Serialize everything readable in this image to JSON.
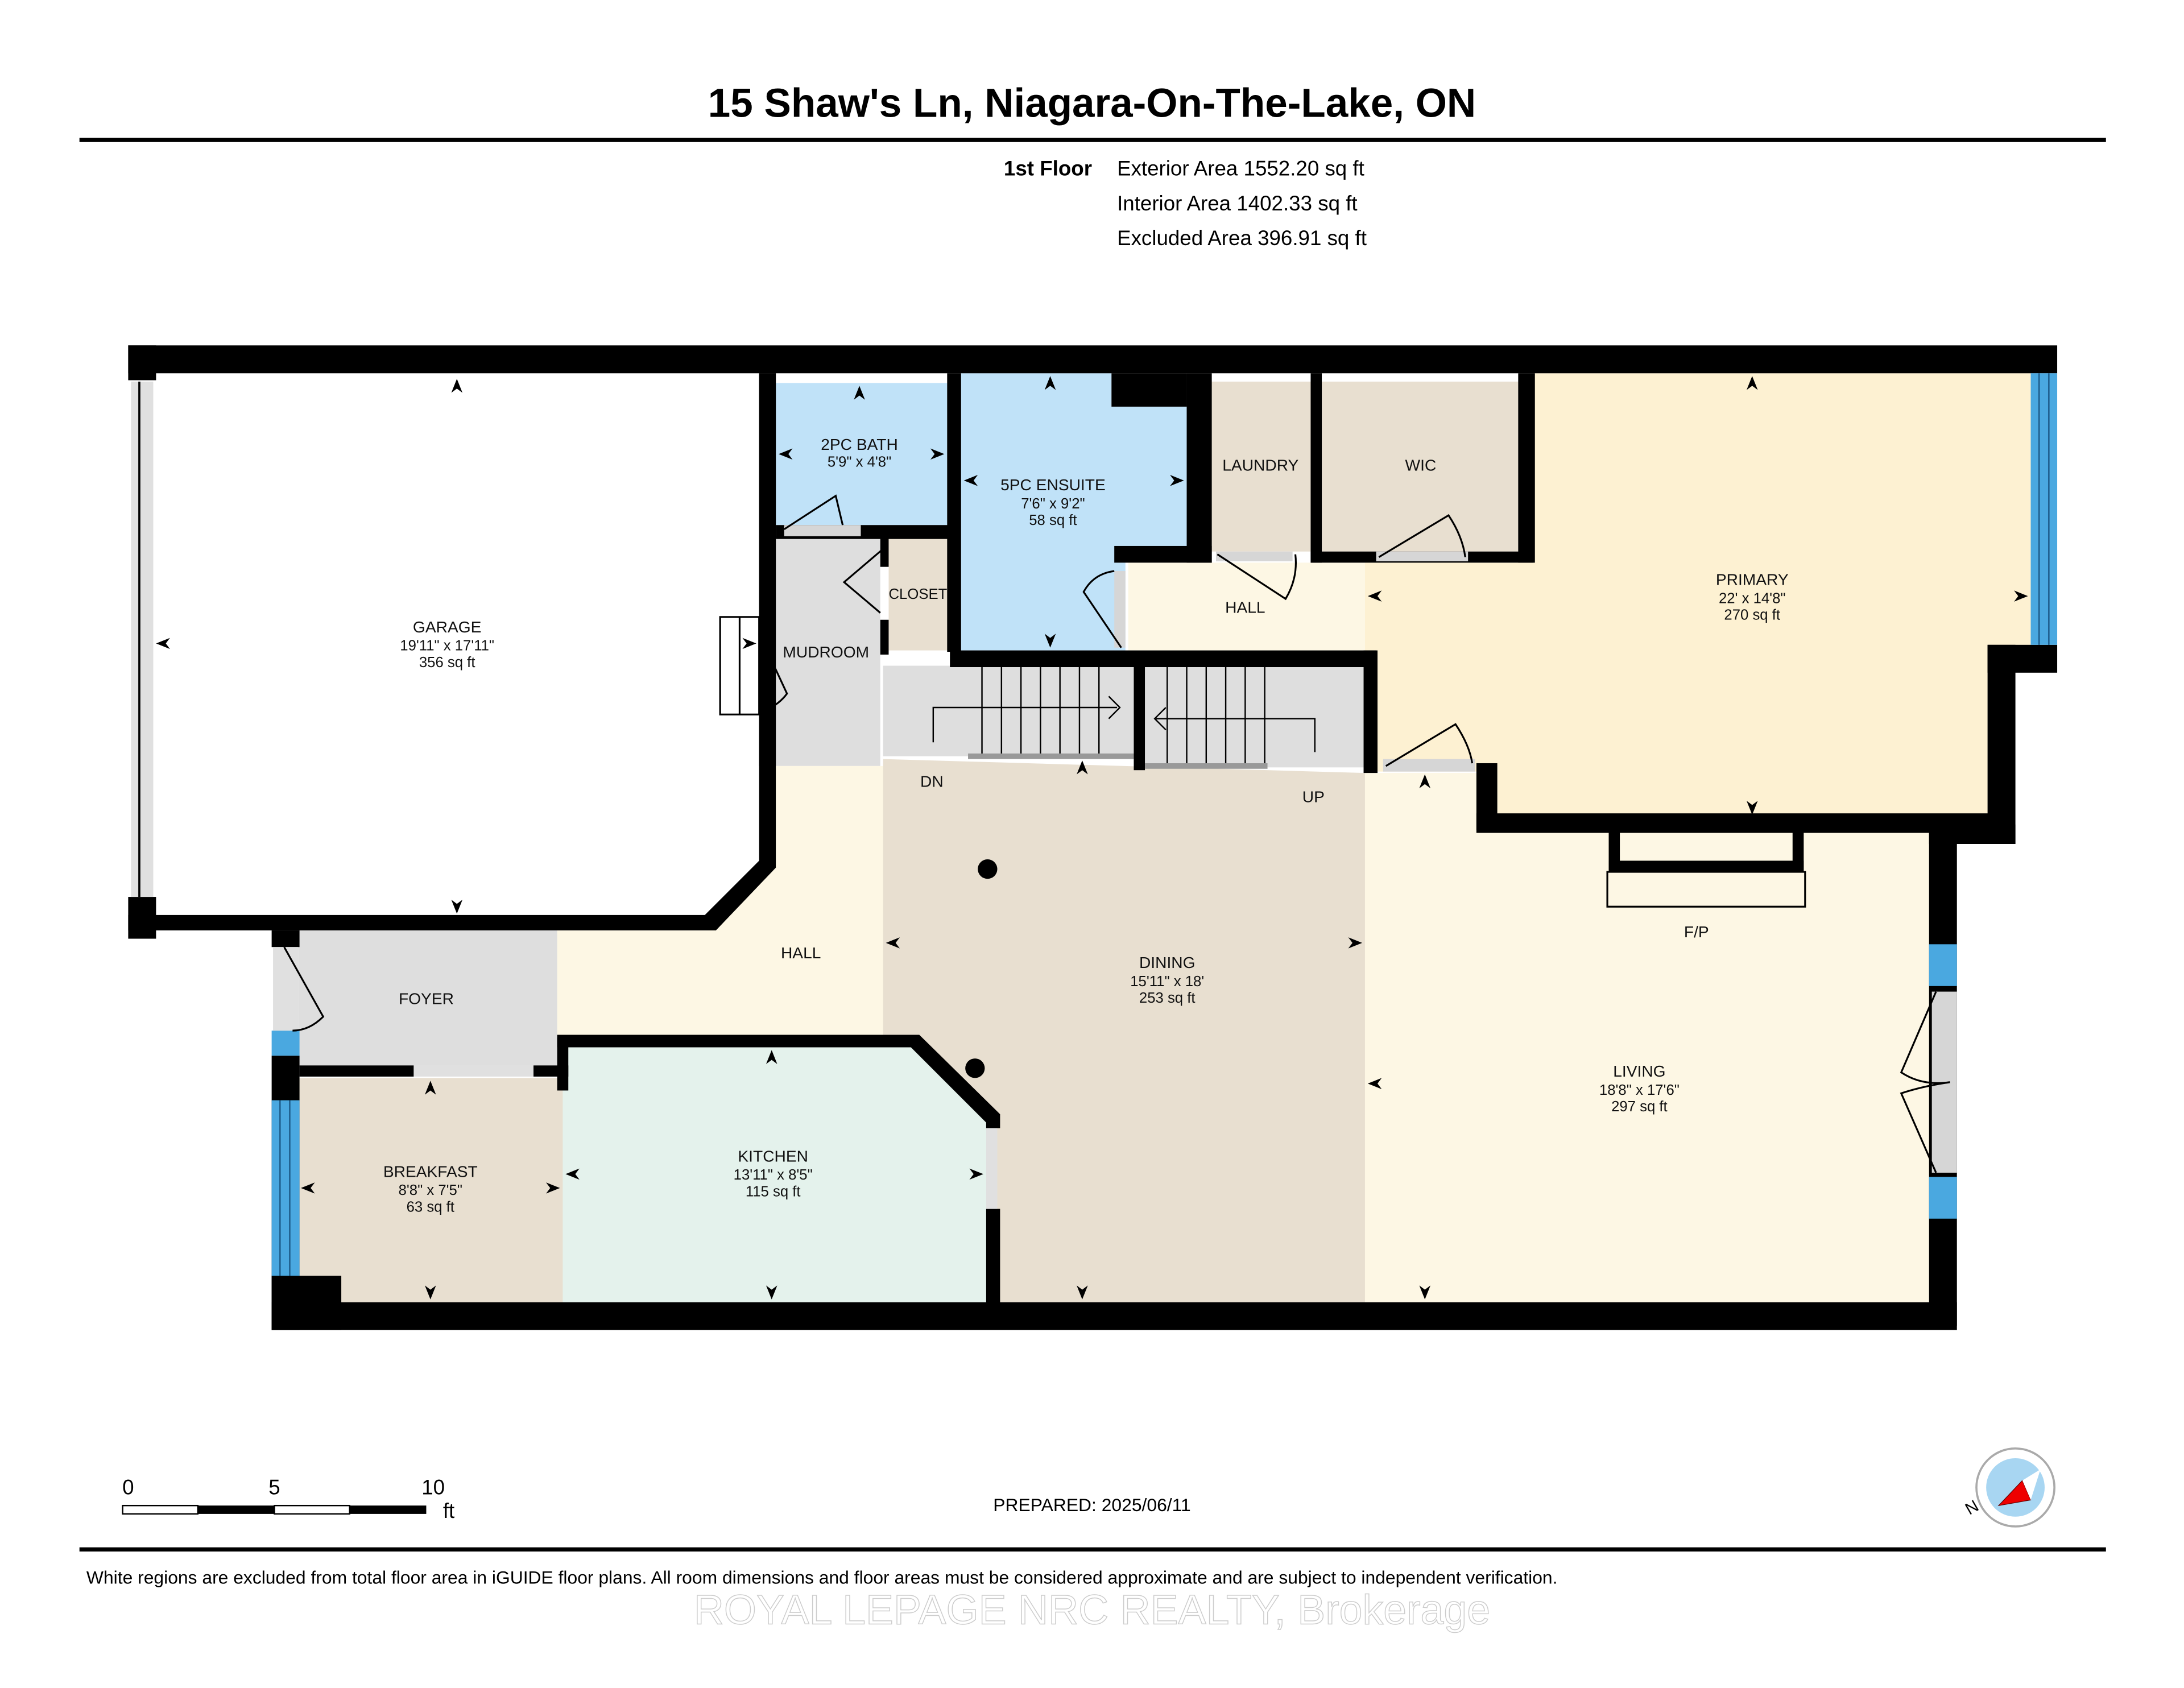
{
  "header": {
    "title": "15 Shaw's Ln, Niagara-On-The-Lake, ON",
    "floor_label": "1st Floor",
    "exterior_area": "Exterior Area 1552.20 sq ft",
    "interior_area": "Interior Area 1402.33 sq ft",
    "excluded_area": "Excluded Area 396.91 sq ft"
  },
  "rooms": {
    "garage": {
      "name": "GARAGE",
      "dims": "19'11\" x 17'11\"",
      "area": "356 sq ft",
      "color": "#ffffff"
    },
    "bath2": {
      "name": "2PC BATH",
      "dims": "5'9\" x 4'8\"",
      "color": "#c0e2f8"
    },
    "ensuite": {
      "name": "5PC ENSUITE",
      "dims": "7'6\" x 9'2\"",
      "area": "58 sq ft",
      "color": "#c0e2f8"
    },
    "laundry": {
      "name": "LAUNDRY",
      "color": "#e8dfd0"
    },
    "wic": {
      "name": "WIC",
      "color": "#e8dfd0"
    },
    "primary": {
      "name": "PRIMARY",
      "dims": "22' x 14'8\"",
      "area": "270 sq ft",
      "color": "#fdf1d2"
    },
    "hall_upper": {
      "name": "HALL",
      "color": "#fdf7e4"
    },
    "closet": {
      "name": "CLOSET",
      "color": "#e8dfd0"
    },
    "mudroom": {
      "name": "MUDROOM",
      "color": "#dedede"
    },
    "hall_lower": {
      "name": "HALL",
      "color": "#fdf7e4"
    },
    "foyer": {
      "name": "FOYER",
      "color": "#dedede"
    },
    "dining": {
      "name": "DINING",
      "dims": "15'11\" x 18'",
      "area": "253 sq ft",
      "color": "#e8dfd0"
    },
    "living": {
      "name": "LIVING",
      "dims": "18'8\" x 17'6\"",
      "area": "297 sq ft",
      "color": "#fdf7e4"
    },
    "kitchen": {
      "name": "KITCHEN",
      "dims": "13'11\" x 8'5\"",
      "area": "115 sq ft",
      "color": "#e4f2ec"
    },
    "breakfast": {
      "name": "BREAKFAST",
      "dims": "8'8\" x 7'5\"",
      "area": "63 sq ft",
      "color": "#e8dfd0"
    }
  },
  "labels": {
    "stairs_down": "DN",
    "stairs_up": "UP",
    "fireplace": "F/P"
  },
  "colors": {
    "wall": "#000000",
    "window": "#4aa8e0",
    "stairs": "#dedede",
    "door_threshold": "#d6d6d6"
  },
  "scale_bar": {
    "tick_0": "0",
    "tick_5": "5",
    "tick_10": "10",
    "unit": "ft"
  },
  "compass": {
    "north_label": "N"
  },
  "footer": {
    "prepared": "PREPARED: 2025/06/11",
    "disclaimer": "White regions are excluded from total floor area in iGUIDE floor plans. All room dimensions and floor areas must be considered approximate and are subject to independent verification.",
    "watermark": "ROYAL LEPAGE NRC REALTY, Brokerage"
  }
}
